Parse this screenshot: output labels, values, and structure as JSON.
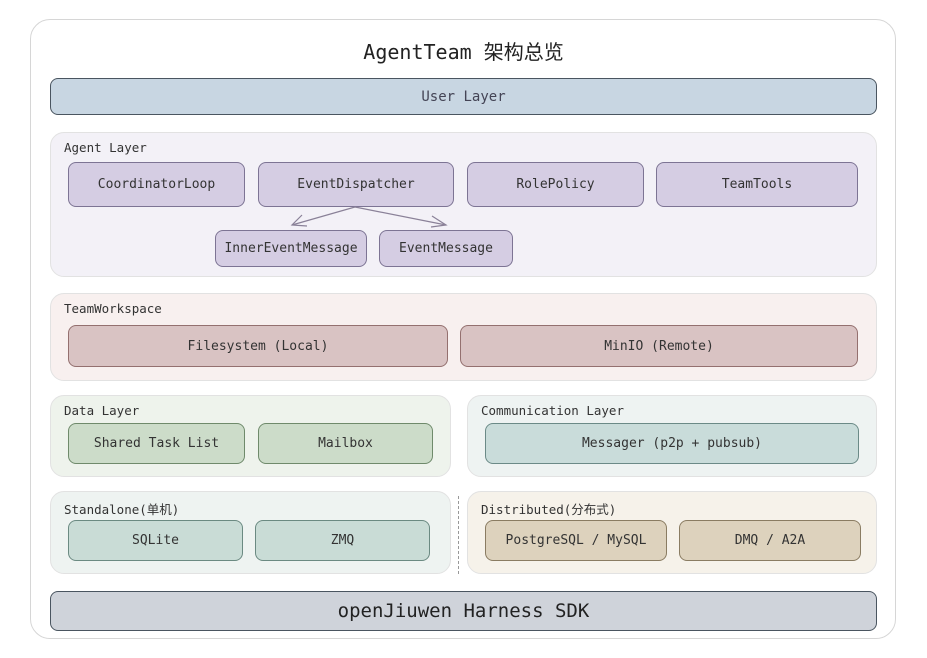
{
  "title": "AgentTeam 架构总览",
  "layers": {
    "user": "User Layer",
    "agent": {
      "label": "Agent Layer",
      "items": [
        "CoordinatorLoop",
        "EventDispatcher",
        "RolePolicy",
        "TeamTools"
      ],
      "events": [
        "InnerEventMessage",
        "EventMessage"
      ]
    },
    "workspace": {
      "label": "TeamWorkspace",
      "items": [
        "Filesystem (Local)",
        "MinIO (Remote)"
      ]
    },
    "data": {
      "label": "Data Layer",
      "items": [
        "Shared Task List",
        "Mailbox"
      ]
    },
    "communication": {
      "label": "Communication Layer",
      "items": [
        "Messager (p2p + pubsub)"
      ]
    },
    "standalone": {
      "label": "Standalone(单机)",
      "items": [
        "SQLite",
        "ZMQ"
      ]
    },
    "distributed": {
      "label": "Distributed(分布式)",
      "items": [
        "PostgreSQL / MySQL",
        "DMQ / A2A"
      ]
    },
    "sdk": "openJiuwen Harness SDK"
  },
  "colors": {
    "user_bar": "#c8d6e2",
    "agent_box": "#d5cde3",
    "workspace_box": "#d9c3c3",
    "data_box": "#ccdcc9",
    "comm_box": "#c9dcda",
    "standalone_box": "#c9dcd6",
    "distributed_box": "#ddd2bd",
    "sdk_bar": "#cfd3da"
  }
}
